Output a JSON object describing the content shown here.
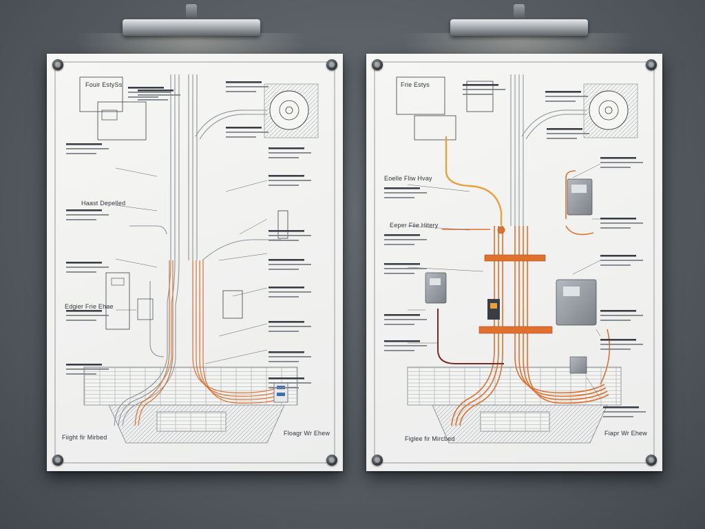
{
  "panels": [
    {
      "title_box_label": "Fouir EstySs",
      "labels": [
        "Fiight fir Mirbed",
        "Haast Depelled",
        "Edgier Frie Ehae",
        "Floagr Wr Ehew"
      ]
    },
    {
      "title_box_label": "Frie Estys",
      "labels": [
        "Figlee fir Mircbed",
        "Fiapr Wr Ehew",
        "Eoelle Fliw Hvay",
        "Eeper Fiie Hitery"
      ]
    }
  ],
  "colors": {
    "wall": "#565c62",
    "paper": "#f2f2f0",
    "ink": "#3a3e44",
    "copper": "#e0702e",
    "cable_grey": "#9aa0a6",
    "device_grey": "#8e9399"
  }
}
